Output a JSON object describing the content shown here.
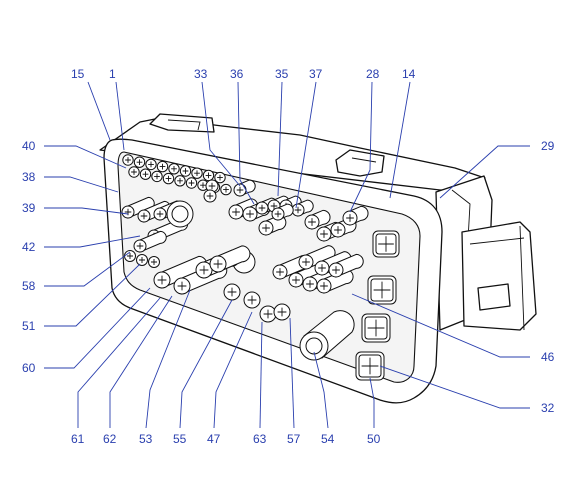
{
  "diagram": {
    "labels": [
      {
        "id": "l15",
        "text": "15"
      },
      {
        "id": "l1",
        "text": "1"
      },
      {
        "id": "l33",
        "text": "33"
      },
      {
        "id": "l36",
        "text": "36"
      },
      {
        "id": "l35",
        "text": "35"
      },
      {
        "id": "l37",
        "text": "37"
      },
      {
        "id": "l28",
        "text": "28"
      },
      {
        "id": "l14",
        "text": "14"
      },
      {
        "id": "l29",
        "text": "29"
      },
      {
        "id": "l40",
        "text": "40"
      },
      {
        "id": "l38",
        "text": "38"
      },
      {
        "id": "l39",
        "text": "39"
      },
      {
        "id": "l42",
        "text": "42"
      },
      {
        "id": "l58",
        "text": "58"
      },
      {
        "id": "l51",
        "text": "51"
      },
      {
        "id": "l60",
        "text": "60"
      },
      {
        "id": "l46",
        "text": "46"
      },
      {
        "id": "l32",
        "text": "32"
      },
      {
        "id": "l61",
        "text": "61"
      },
      {
        "id": "l62",
        "text": "62"
      },
      {
        "id": "l53",
        "text": "53"
      },
      {
        "id": "l55",
        "text": "55"
      },
      {
        "id": "l47",
        "text": "47"
      },
      {
        "id": "l63",
        "text": "63"
      },
      {
        "id": "l57",
        "text": "57"
      },
      {
        "id": "l54",
        "text": "54"
      },
      {
        "id": "l50",
        "text": "50"
      }
    ],
    "colors": {
      "label": "#2a3fae",
      "line": "#2a3fae",
      "outline": "#111111",
      "background": "#ffffff"
    }
  }
}
